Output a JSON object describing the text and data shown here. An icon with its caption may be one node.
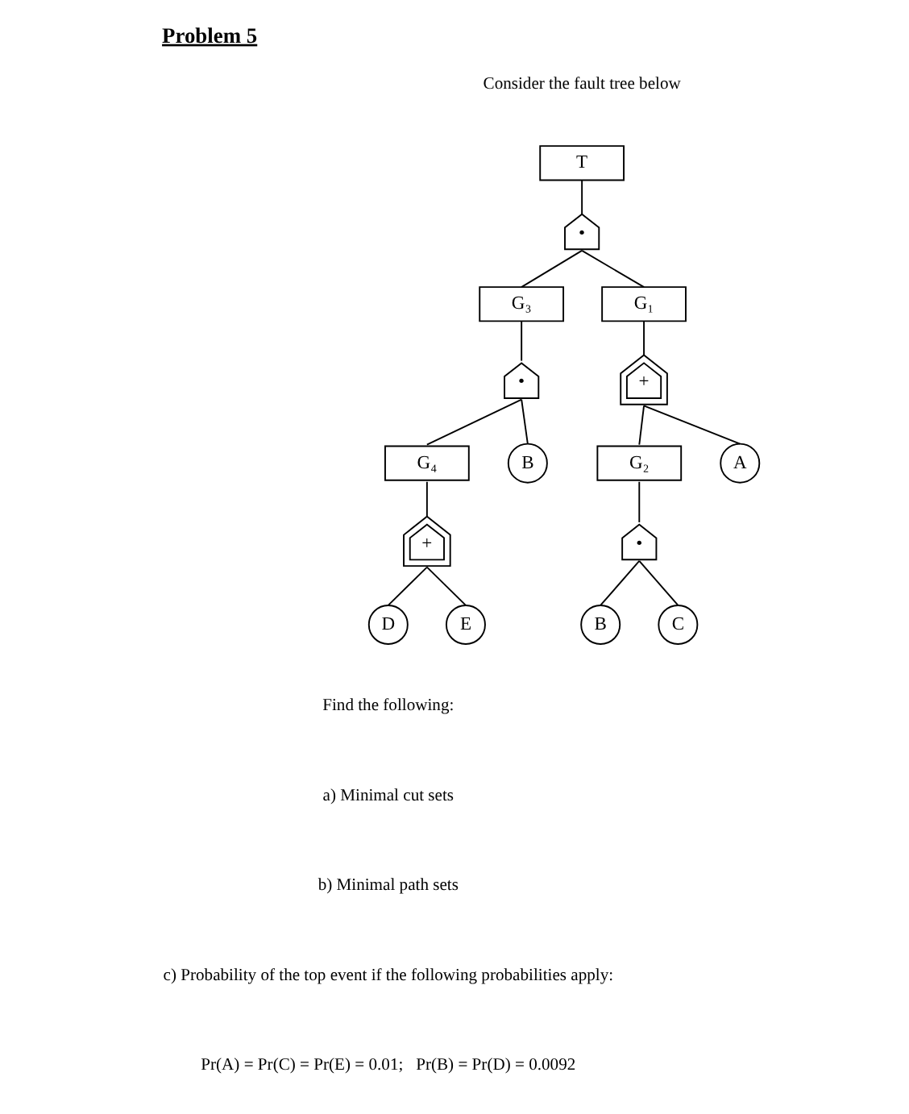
{
  "diagram": {
    "title": "Problem 5",
    "nodes": [
      {
        "text": [
          "T"
        ]
      },
      {
        "text": [
          "•"
        ]
      },
      {
        "text": [
          "G₃"
        ]
      },
      {
        "text": [
          "G₁"
        ]
      },
      {
        "text": [
          "•"
        ]
      },
      {
        "text": [
          "+"
        ]
      },
      {
        "text": [
          "G₄"
        ]
      },
      {
        "text": [
          "B"
        ]
      },
      {
        "text": [
          "G₂"
        ]
      },
      {
        "text": [
          "A"
        ]
      },
      {
        "text": [
          "+"
        ]
      },
      {
        "text": [
          "•"
        ]
      },
      {
        "text": [
          "D"
        ]
      },
      {
        "text": [
          "E"
        ]
      },
      {
        "text": [
          "B"
        ]
      },
      {
        "text": [
          "C"
        ]
      }
    ],
    "edges": [
      {
        "from": 0,
        "to": 1,
        "arrow": "none"
      },
      {
        "from": 1,
        "to": 2,
        "arrow": "none"
      },
      {
        "from": 1,
        "to": 3,
        "arrow": "none"
      },
      {
        "from": 2,
        "to": 4,
        "arrow": "none"
      },
      {
        "from": 3,
        "to": 5,
        "arrow": "none"
      },
      {
        "from": 4,
        "to": 6,
        "arrow": "none"
      },
      {
        "from": 4,
        "to": 7,
        "arrow": "none"
      },
      {
        "from": 5,
        "to": 8,
        "arrow": "none"
      },
      {
        "from": 5,
        "to": 9,
        "arrow": "none"
      },
      {
        "from": 6,
        "to": 10,
        "arrow": "none"
      },
      {
        "from": 8,
        "to": 11,
        "arrow": "none"
      },
      {
        "from": 10,
        "to": 12,
        "arrow": "none"
      },
      {
        "from": 10,
        "to": 13,
        "arrow": "none"
      },
      {
        "from": 11,
        "to": 14,
        "arrow": "none"
      },
      {
        "from": 11,
        "to": 15,
        "arrow": "none"
      }
    ],
    "labels": [
      "Consider the fault tree below",
      "Find the following:",
      "a) Minimal cut sets",
      "b) Minimal path sets",
      "c) Probability of the top event if the following probabilities apply:",
      "Pr(A) = Pr(C) = Pr(E) = 0.01;   Pr(B) = Pr(D) = 0.0092"
    ]
  }
}
